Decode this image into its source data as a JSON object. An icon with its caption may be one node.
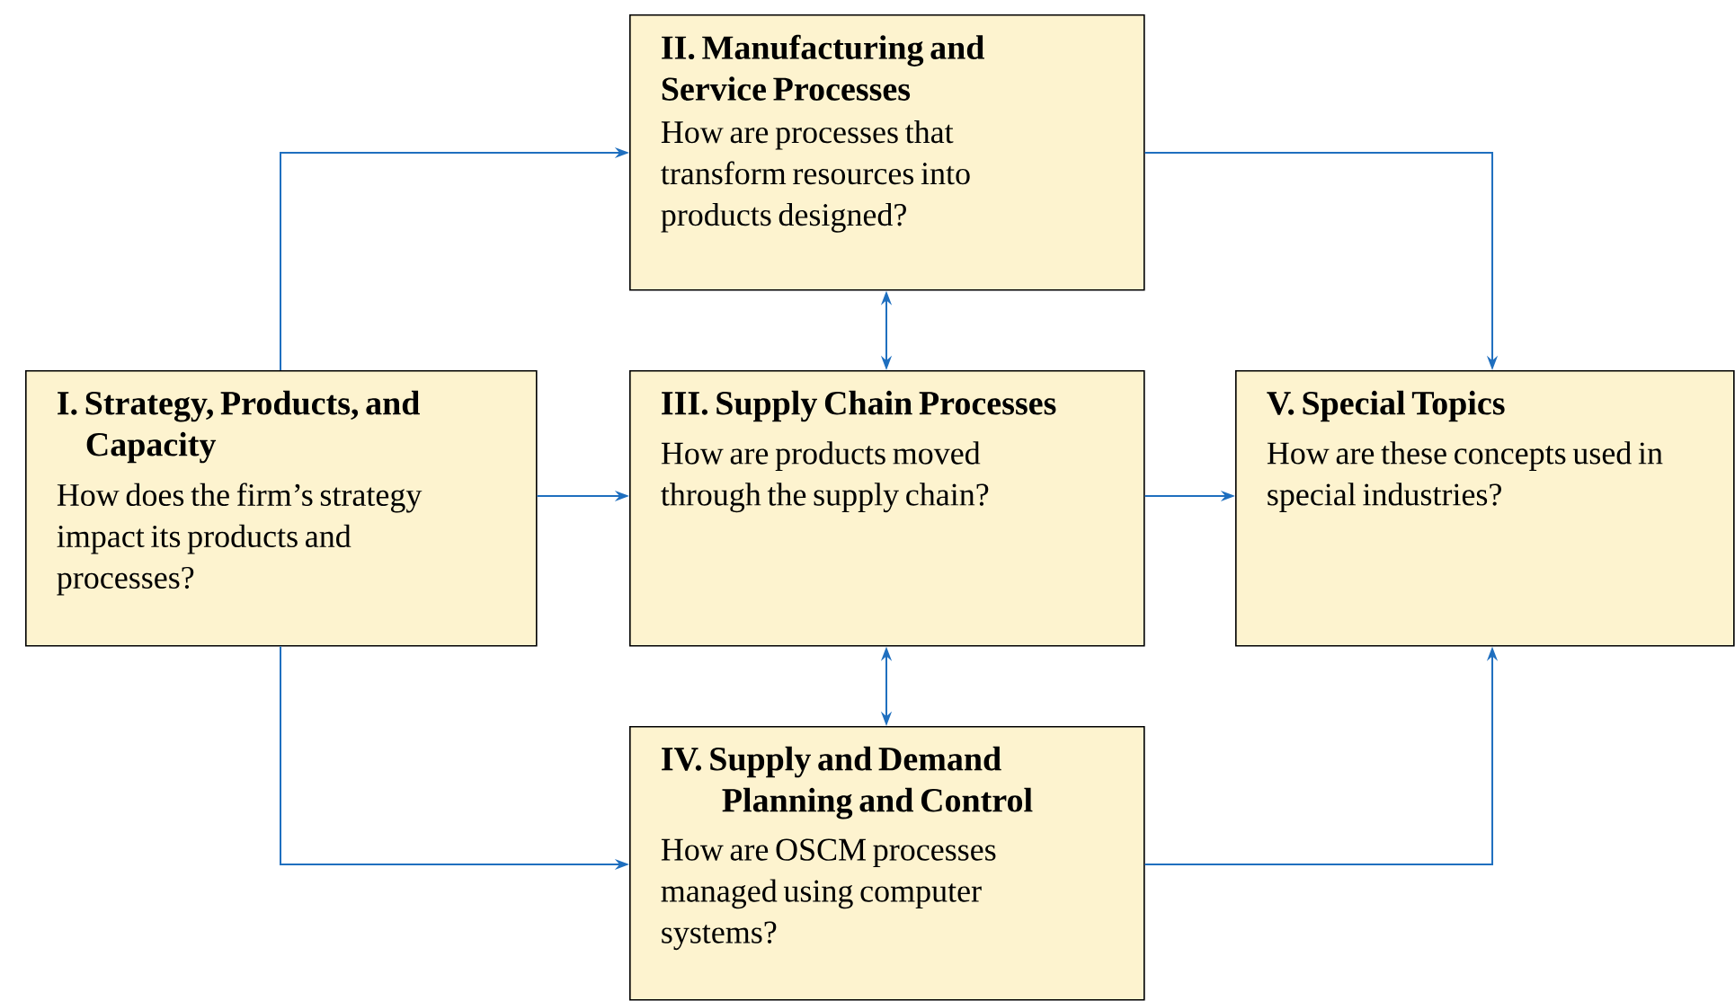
{
  "diagram": {
    "nodes": [
      {
        "text": [
          "I. Strategy, Products, and Capacity",
          "How does the firm’s strategy impact its products and processes?"
        ]
      },
      {
        "text": [
          "II. Manufacturing and Service Processes",
          "How are processes that transform resources into products designed?"
        ]
      },
      {
        "text": [
          "III. Supply Chain Processes",
          "How are products moved through the supply chain?"
        ]
      },
      {
        "text": [
          "IV. Supply and Demand Planning and Control",
          "How are OSCM processes managed using computer systems?"
        ]
      },
      {
        "text": [
          "V. Special Topics",
          "How are these concepts used in special industries?"
        ]
      }
    ],
    "edges": [
      {
        "from": 0,
        "to": 1,
        "arrow": "to"
      },
      {
        "from": 0,
        "to": 2,
        "arrow": "to"
      },
      {
        "from": 0,
        "to": 3,
        "arrow": "to"
      },
      {
        "from": 1,
        "to": 4,
        "arrow": "to"
      },
      {
        "from": 2,
        "to": 4,
        "arrow": "to"
      },
      {
        "from": 3,
        "to": 4,
        "arrow": "to"
      },
      {
        "from": 1,
        "to": 2,
        "arrow": "both"
      },
      {
        "from": 2,
        "to": 3,
        "arrow": "both"
      }
    ]
  }
}
